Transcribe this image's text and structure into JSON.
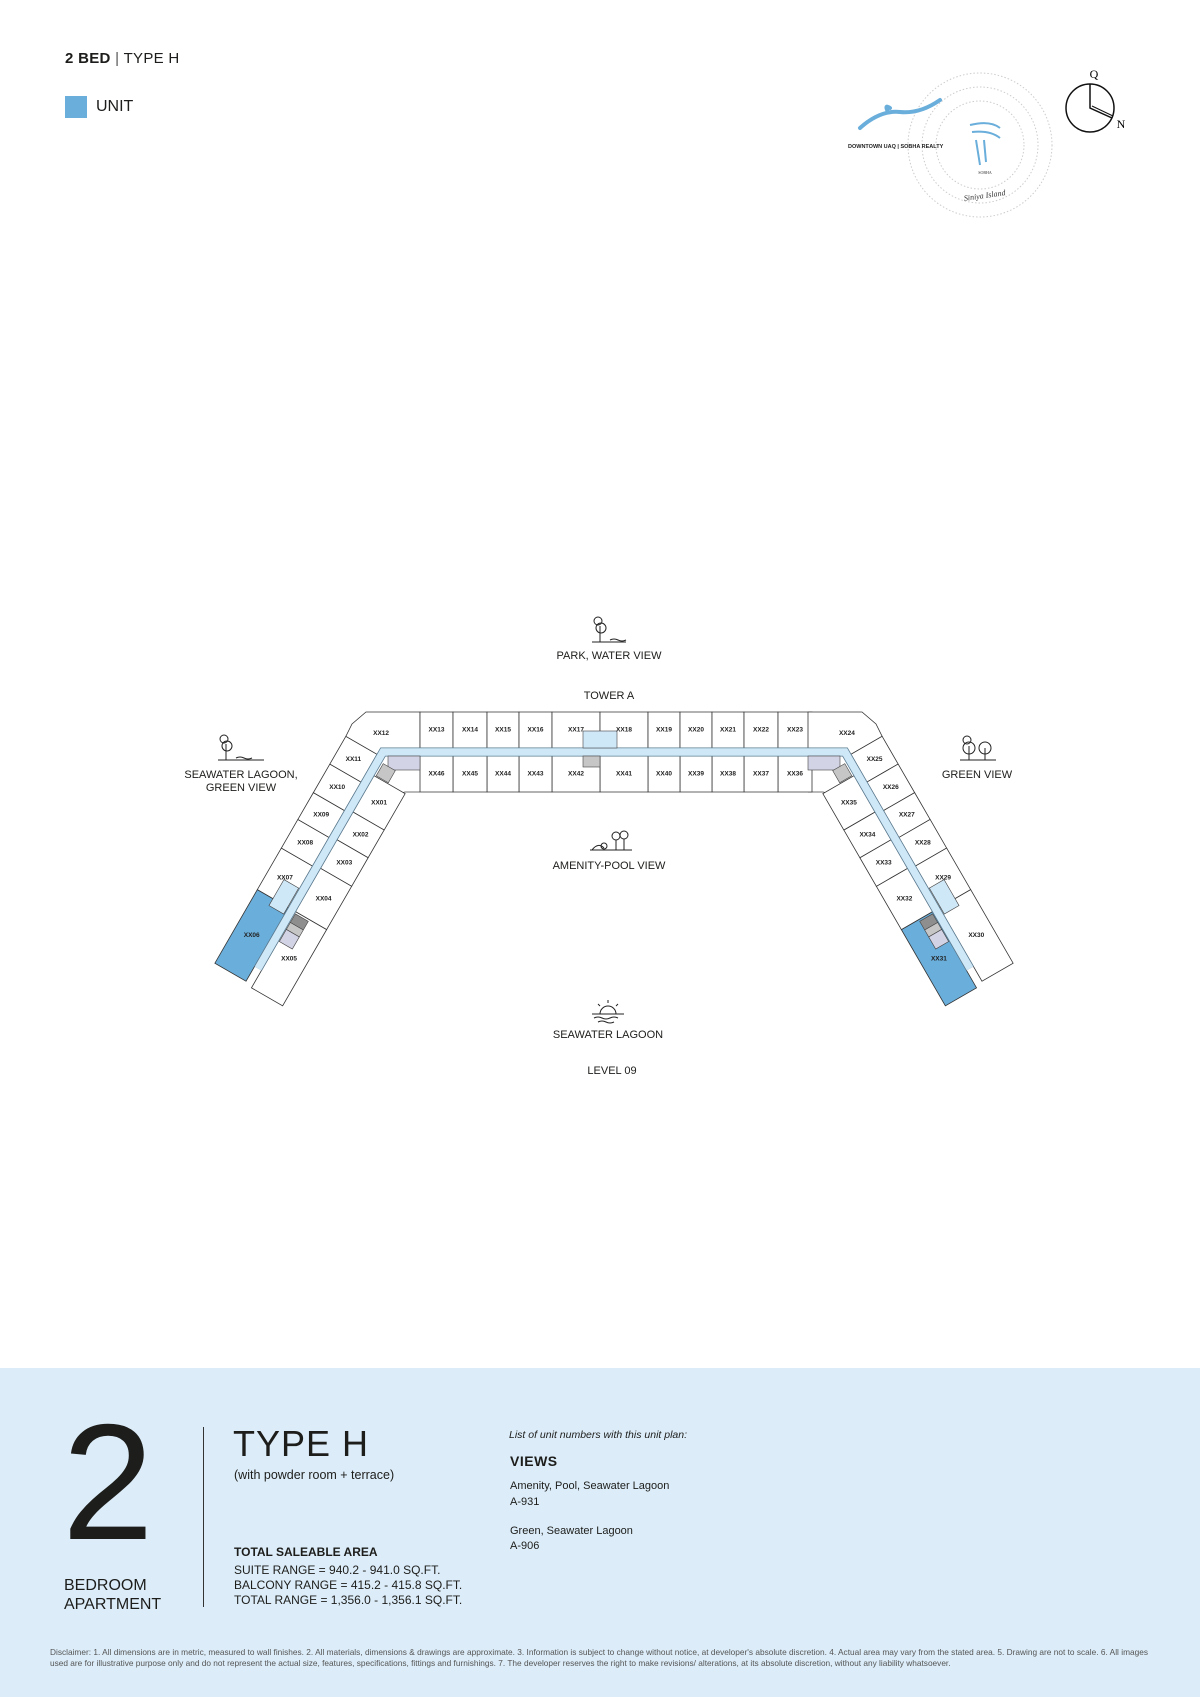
{
  "header": {
    "bed": "2 BED",
    "separator": "|",
    "type": "TYPE H"
  },
  "legend": {
    "label": "UNIT",
    "color": "#6aaedb"
  },
  "logo": {
    "left_text": "DOWNTOWN UAQ | SOBHA REALTY",
    "brand": "SOBHA",
    "script": "Siniya Island"
  },
  "compass": {
    "top": "Q",
    "bottom": "N"
  },
  "plan": {
    "tower": "TOWER A",
    "level": "LEVEL 09",
    "views": {
      "top": "PARK, WATER VIEW",
      "left_line1": "SEAWATER LAGOON,",
      "left_line2": "GREEN VIEW",
      "right": "GREEN VIEW",
      "center": "AMENITY-POOL VIEW",
      "bottom": "SEAWATER LAGOON"
    },
    "colors": {
      "highlight": "#6aaedb",
      "corridor": "#cfe8f8",
      "service_dark": "#8e8e8e",
      "service_light": "#c6c6c6",
      "service_lilac": "#d3d3e6"
    },
    "units": [
      {
        "label": "XX01",
        "highlight": false
      },
      {
        "label": "XX02",
        "highlight": false
      },
      {
        "label": "XX03",
        "highlight": false
      },
      {
        "label": "XX04",
        "highlight": false
      },
      {
        "label": "XX05",
        "highlight": false
      },
      {
        "label": "XX06",
        "highlight": true
      },
      {
        "label": "XX07",
        "highlight": false
      },
      {
        "label": "XX08",
        "highlight": false
      },
      {
        "label": "XX09",
        "highlight": false
      },
      {
        "label": "XX10",
        "highlight": false
      },
      {
        "label": "XX11",
        "highlight": false
      },
      {
        "label": "XX12",
        "highlight": false
      },
      {
        "label": "XX13",
        "highlight": false
      },
      {
        "label": "XX14",
        "highlight": false
      },
      {
        "label": "XX15",
        "highlight": false
      },
      {
        "label": "XX16",
        "highlight": false
      },
      {
        "label": "XX17",
        "highlight": false
      },
      {
        "label": "XX18",
        "highlight": false
      },
      {
        "label": "XX19",
        "highlight": false
      },
      {
        "label": "XX20",
        "highlight": false
      },
      {
        "label": "XX21",
        "highlight": false
      },
      {
        "label": "XX22",
        "highlight": false
      },
      {
        "label": "XX23",
        "highlight": false
      },
      {
        "label": "XX24",
        "highlight": false
      },
      {
        "label": "XX25",
        "highlight": false
      },
      {
        "label": "XX26",
        "highlight": false
      },
      {
        "label": "XX27",
        "highlight": false
      },
      {
        "label": "XX28",
        "highlight": false
      },
      {
        "label": "XX29",
        "highlight": false
      },
      {
        "label": "XX30",
        "highlight": false
      },
      {
        "label": "XX31",
        "highlight": true
      },
      {
        "label": "XX32",
        "highlight": false
      },
      {
        "label": "XX33",
        "highlight": false
      },
      {
        "label": "XX34",
        "highlight": false
      },
      {
        "label": "XX35",
        "highlight": false
      },
      {
        "label": "XX36",
        "highlight": false
      },
      {
        "label": "XX37",
        "highlight": false
      },
      {
        "label": "XX38",
        "highlight": false
      },
      {
        "label": "XX39",
        "highlight": false
      },
      {
        "label": "XX40",
        "highlight": false
      },
      {
        "label": "XX41",
        "highlight": false
      },
      {
        "label": "XX42",
        "highlight": false
      },
      {
        "label": "XX43",
        "highlight": false
      },
      {
        "label": "XX44",
        "highlight": false
      },
      {
        "label": "XX45",
        "highlight": false
      },
      {
        "label": "XX46",
        "highlight": false
      }
    ]
  },
  "info": {
    "bedrooms": "2",
    "bedroom_line1": "BEDROOM",
    "bedroom_line2": "APARTMENT",
    "type_title": "TYPE H",
    "type_subtitle": "(with powder room + terrace)",
    "area_title": "TOTAL SALEABLE AREA",
    "suite_range": "SUITE RANGE = 940.2 - 941.0 SQ.FT.",
    "balcony_range": "BALCONY RANGE = 415.2 - 415.8 SQ.FT.",
    "total_range": "TOTAL RANGE = 1,356.0 - 1,356.1 SQ.FT.",
    "list_title": "List of unit numbers with this unit plan:",
    "views_title": "VIEWS",
    "views": [
      {
        "name": "Amenity, Pool, Seawater Lagoon",
        "units": "A-931"
      },
      {
        "name": "Green, Seawater Lagoon",
        "units": "A-906"
      }
    ]
  },
  "disclaimer": "Disclaimer: 1. All dimensions are in metric, measured to wall finishes. 2. All materials, dimensions & drawings are approximate. 3. Information is subject to change without notice, at developer's absolute discretion. 4. Actual area may vary from the stated area. 5. Drawing are not to scale. 6. All images used are for illustrative purpose only and do not represent the actual size, features, specifications, fittings and furnishings. 7. The developer reserves the right to make revisions/ alterations, at its absolute discretion, without any liability whatsoever."
}
